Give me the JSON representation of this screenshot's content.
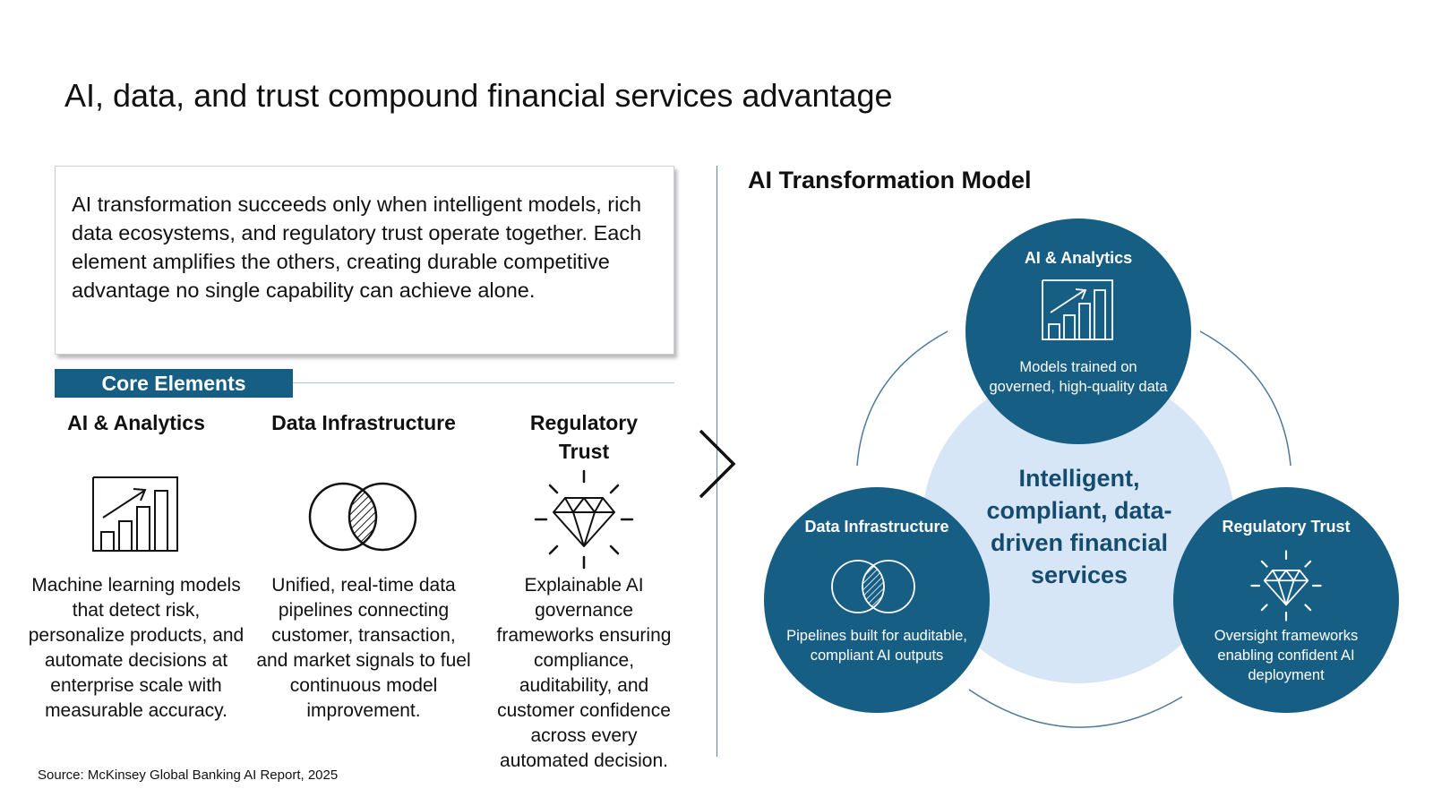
{
  "title": "AI, data, and trust compound financial services advantage",
  "intro": "AI transformation succeeds only when intelligent models, rich data ecosystems, and regulatory trust operate together. Each element amplifies the others, creating durable competitive advantage no single capability can achieve alone.",
  "core": {
    "header": "Core Elements",
    "elements": [
      {
        "title": "AI & Analytics",
        "icon": "bar-chart-icon",
        "description": "Machine learning models that detect risk, personalize products, and automate decisions at enterprise scale with measurable accuracy."
      },
      {
        "title": "Data Infrastructure",
        "icon": "venn-diagram-icon",
        "description": "Unified, real-time data pipelines connecting customer, transaction, and market signals to fuel continuous model improvement."
      },
      {
        "title": "Regulatory Trust",
        "icon": "diamond-icon",
        "description": "Explainable AI governance frameworks ensuring compliance, auditability, and customer confidence across every automated decision."
      }
    ]
  },
  "source": "Source: McKinsey Global Banking AI Report, 2025",
  "model": {
    "title": "AI Transformation Model",
    "center": "Intelligent, compliant, data-driven financial services",
    "nodes": [
      {
        "title": "AI & Analytics",
        "icon": "bar-chart-icon",
        "description": "Models trained on governed, high-quality data"
      },
      {
        "title": "Data Infrastructure",
        "icon": "venn-diagram-icon",
        "description": "Pipelines built for auditable, compliant AI outputs"
      },
      {
        "title": "Regulatory Trust",
        "icon": "diamond-icon",
        "description": "Oversight frameworks enabling confident AI deployment"
      }
    ]
  },
  "colors": {
    "primary": "#175e85",
    "center_circle": "#d6e6f6",
    "center_text": "#154b6d",
    "arc": "#4f7a99",
    "divider": "#5e84a0"
  }
}
